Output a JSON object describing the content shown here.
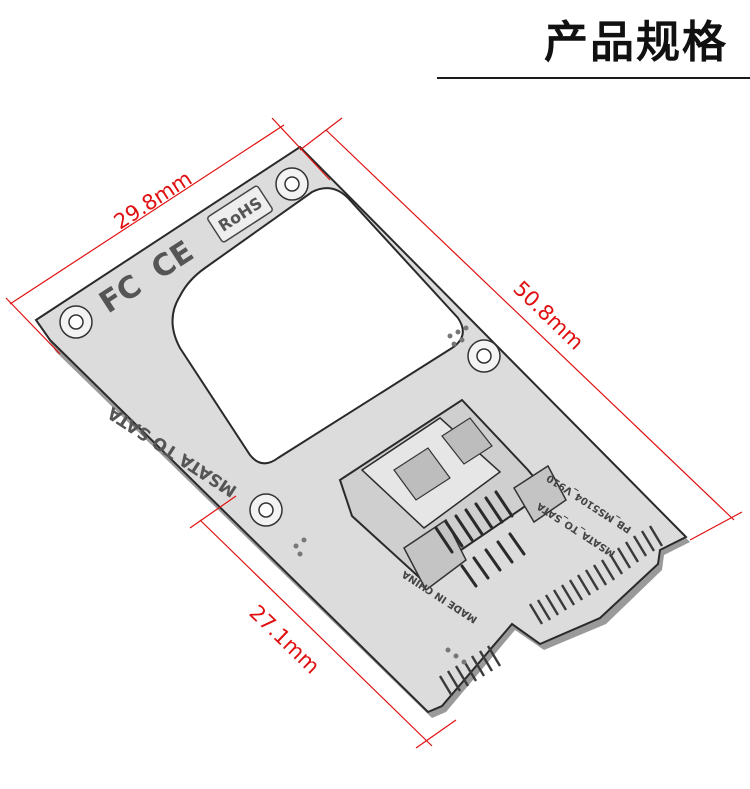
{
  "header": {
    "title": "产品规格"
  },
  "dimensions": {
    "top_width": "29.8mm",
    "length": "50.8mm",
    "bottom_width": "27.1mm"
  },
  "board": {
    "silk_main": "MSATA TO SATA",
    "silk_part": "PB_MS5104_V910",
    "silk_sub": "MSATA_TO_SATA",
    "silk_origin": "MADE IN CHINA",
    "rohs_label": "RoHS",
    "marks": [
      "FC",
      "CE"
    ]
  },
  "colors": {
    "dimension_line": "#e01010",
    "board_fill": "#dcdcdc",
    "board_outline": "#2a2a2a"
  }
}
